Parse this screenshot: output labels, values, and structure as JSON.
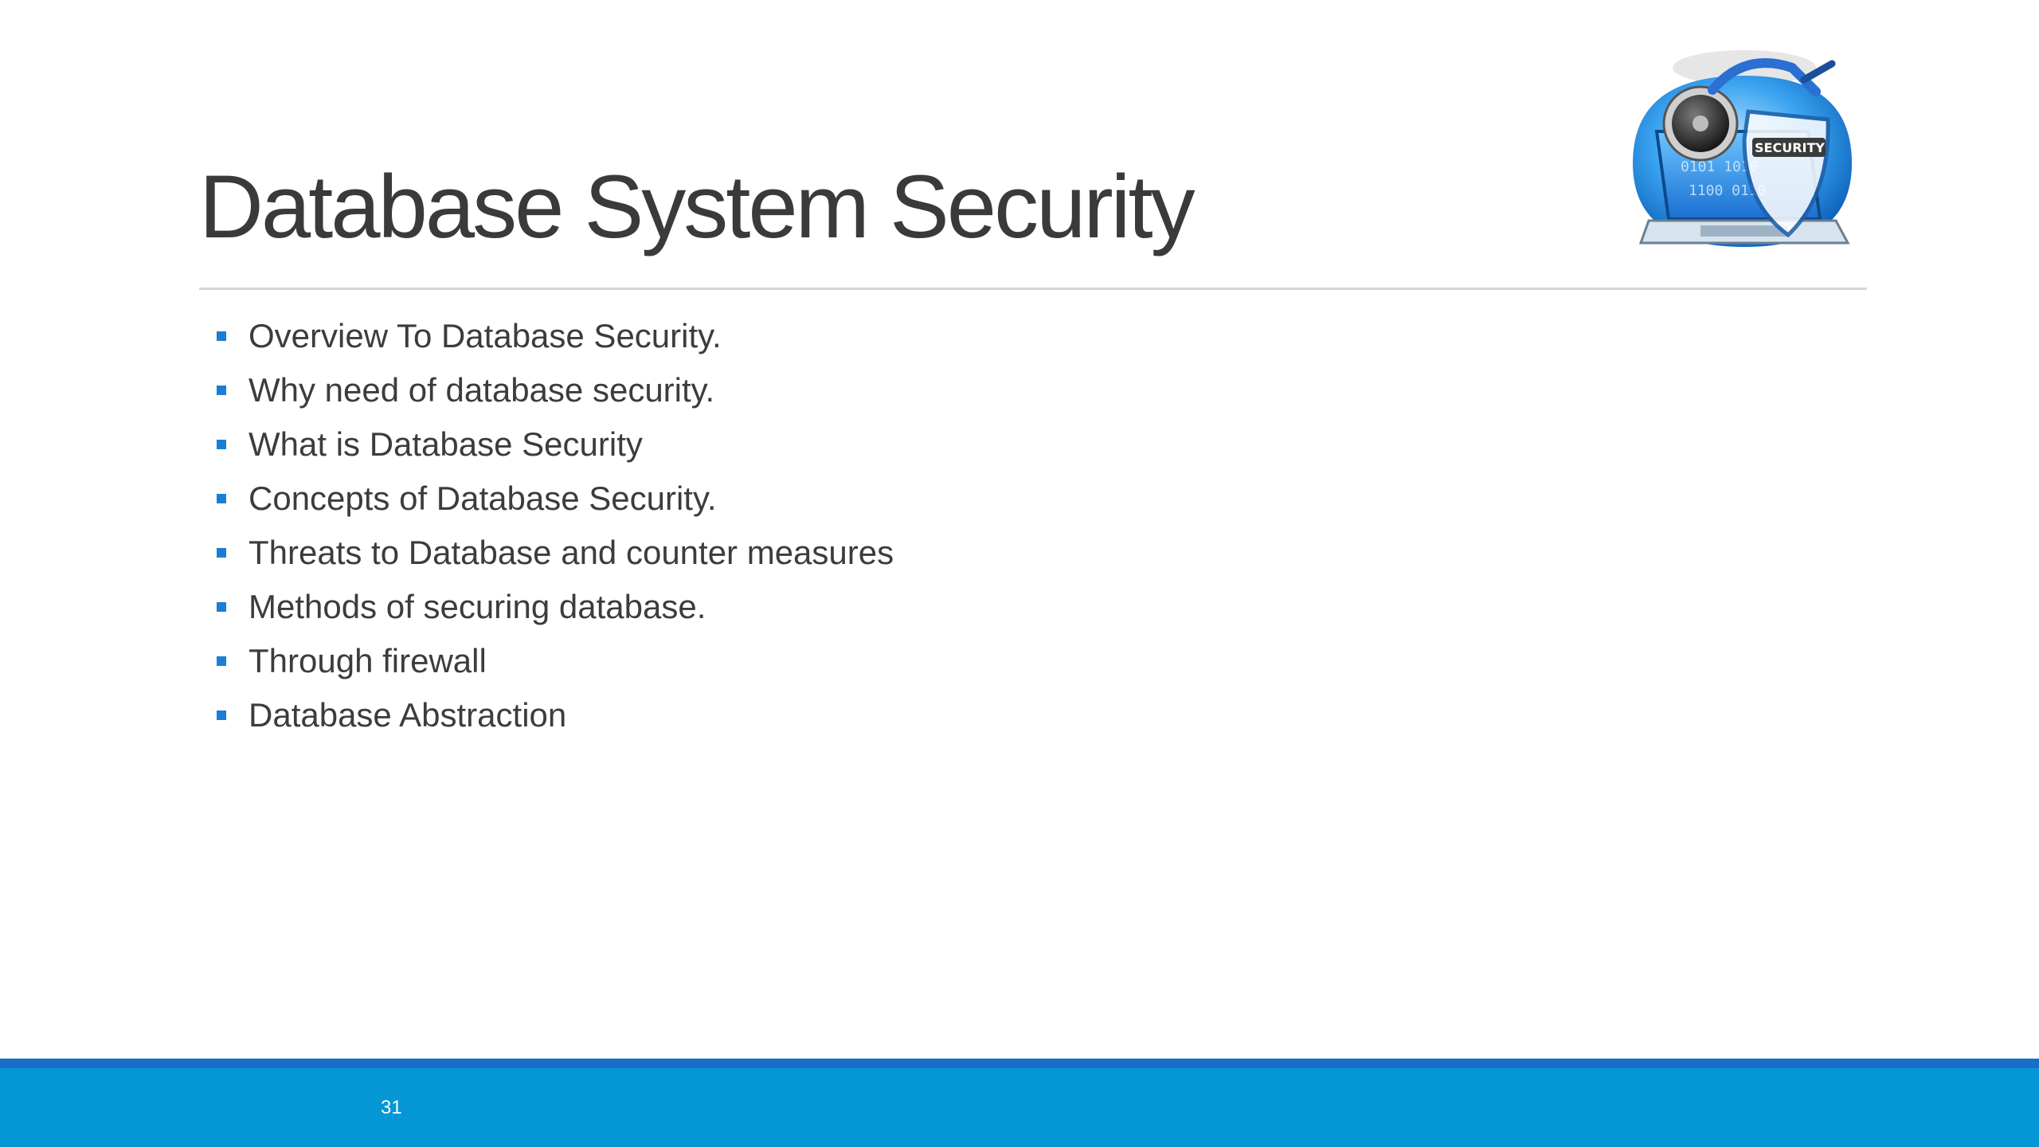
{
  "slide": {
    "title": "Database System Security",
    "bullets": [
      "Overview To Database Security.",
      "Why need of database security.",
      "What is Database Security",
      "Concepts of Database Security.",
      "Threats to Database and counter measures",
      "Methods of securing database.",
      "Through firewall",
      "Database Abstraction"
    ],
    "page_number": "31",
    "logo": {
      "icon": "security-laptop-lock-icon",
      "text": "SECURITY"
    }
  },
  "colors": {
    "title": "#3a3a3a",
    "bullet_marker": "#1a7fd4",
    "footer_band": "#0596d6",
    "footer_line": "#1a6ec9"
  }
}
